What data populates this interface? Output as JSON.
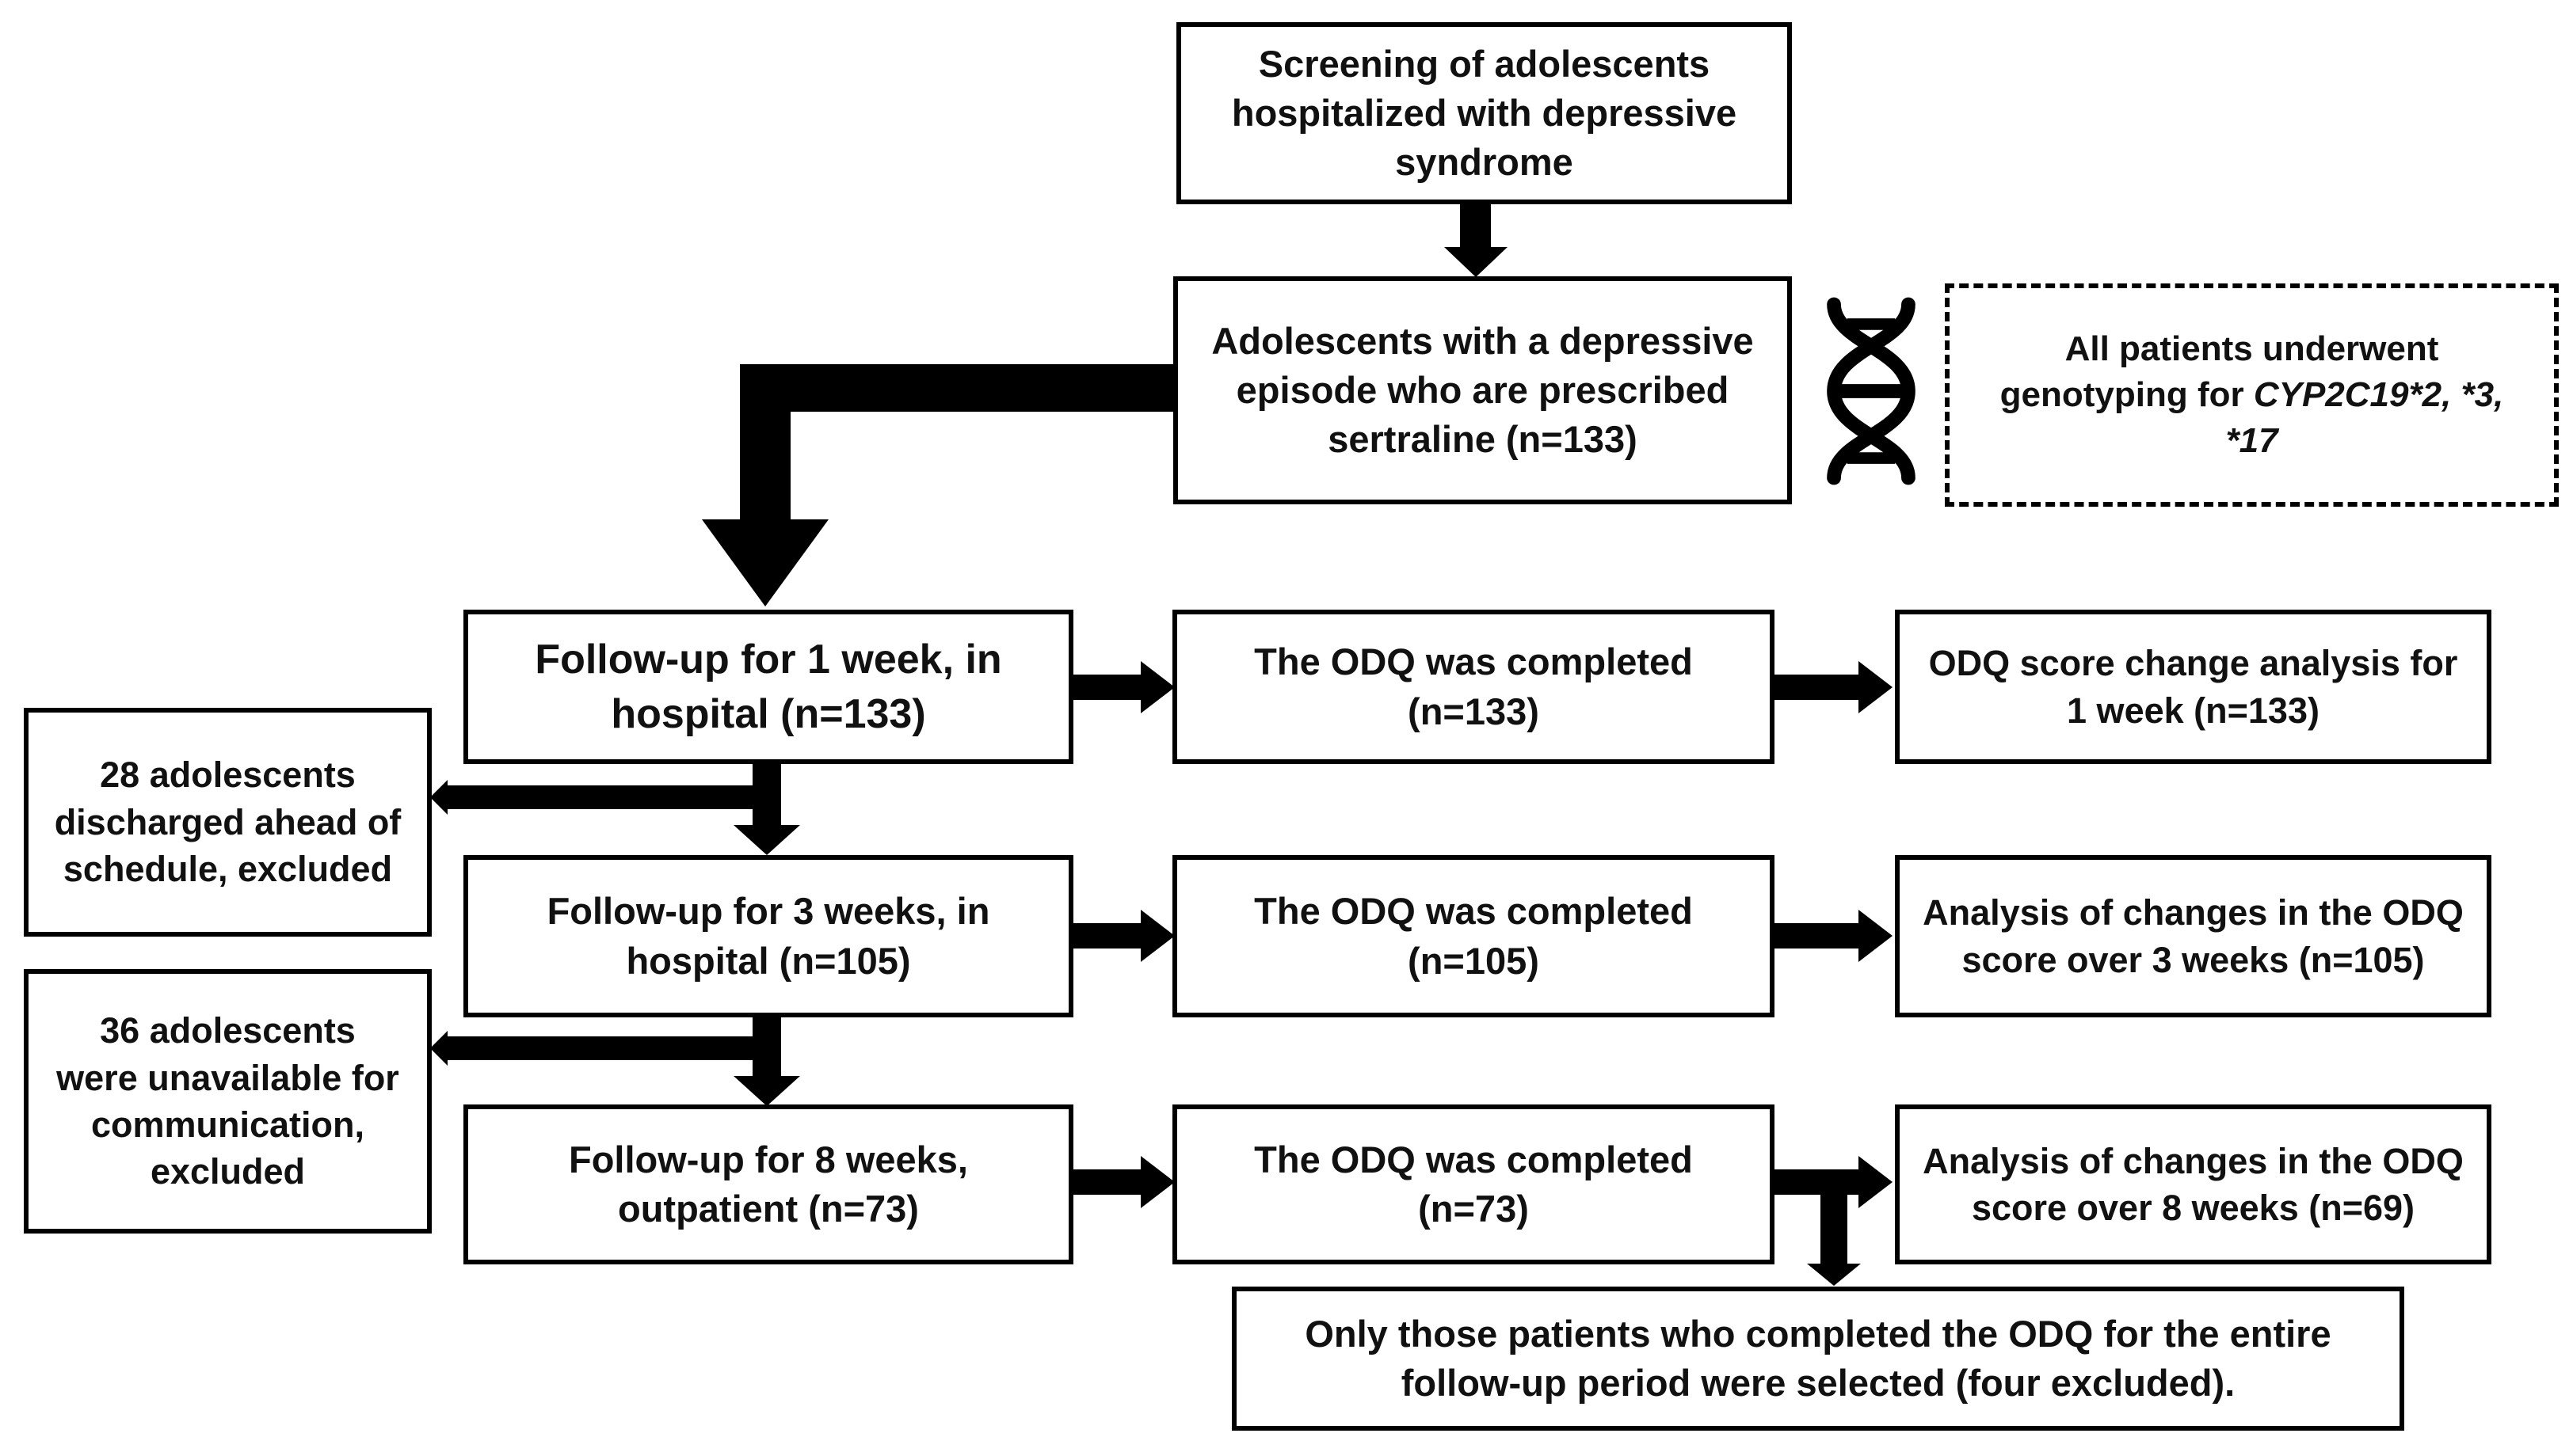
{
  "nodes": {
    "screening": "Screening of adolescents\nhospitalized with depressive\nsyndrome",
    "prescribed": "Adolescents with a depressive\nepisode who are prescribed\nsertraline (n=133)",
    "genotyping_prefix": "All patients underwent\ngenotyping for ",
    "genotyping_gene": "CYP2C19*2, *3,\n*17",
    "followup_1week": "Follow-up for 1 week, in\nhospital (n=133)",
    "odq_1week": "The ODQ was completed\n(n=133)",
    "analysis_1week": "ODQ score change analysis for\n1 week (n=133)",
    "excluded_28": "28 adolescents\ndischarged ahead of\nschedule, excluded",
    "followup_3weeks": "Follow-up for 3 weeks, in\nhospital (n=105)",
    "odq_3weeks": "The ODQ was completed\n(n=105)",
    "analysis_3weeks": "Analysis of changes in the ODQ\nscore over 3 weeks (n=105)",
    "excluded_36": "36 adolescents\nwere unavailable for\ncommunication,\nexcluded",
    "followup_8weeks": "Follow-up for 8 weeks,\noutpatient (n=73)",
    "odq_8weeks": "The ODQ was completed\n(n=73)",
    "analysis_8weeks": "Analysis of changes in the ODQ\nscore over 8 weeks (n=69)",
    "selection_note": "Only those patients who completed the ODQ for the entire\nfollow-up period were selected (four excluded)."
  },
  "icons": {
    "dna": "dna-double-helix-icon"
  },
  "colors": {
    "background": "#ffffff",
    "box_border": "#000000",
    "arrow": "#000000",
    "text": "#111111"
  }
}
